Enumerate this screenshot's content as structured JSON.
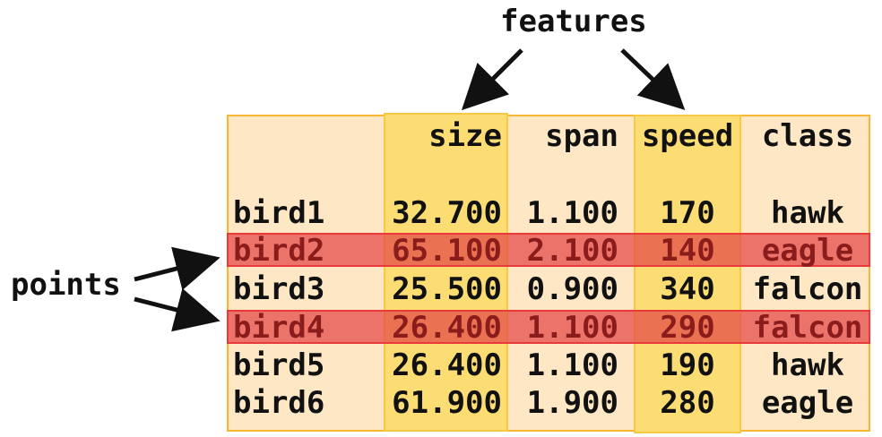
{
  "labels": {
    "features": "features",
    "points": "points"
  },
  "table": {
    "headers": [
      "",
      "size",
      "span",
      "speed",
      "class"
    ],
    "rows": [
      {
        "name": "bird1",
        "size": "32.700",
        "span": "1.100",
        "speed": "170",
        "class": "hawk",
        "highlighted": false
      },
      {
        "name": "bird2",
        "size": "65.100",
        "span": "2.100",
        "speed": "140",
        "class": "eagle",
        "highlighted": true
      },
      {
        "name": "bird3",
        "size": "25.500",
        "span": "0.900",
        "speed": "340",
        "class": "falcon",
        "highlighted": false
      },
      {
        "name": "bird4",
        "size": "26.400",
        "span": "1.100",
        "speed": "290",
        "class": "falcon",
        "highlighted": true
      },
      {
        "name": "bird5",
        "size": "26.400",
        "span": "1.100",
        "speed": "190",
        "class": "hawk",
        "highlighted": false
      },
      {
        "name": "bird6",
        "size": "61.900",
        "span": "1.900",
        "speed": "280",
        "class": "eagle",
        "highlighted": false
      }
    ]
  },
  "colors": {
    "table_background": "#fde7c5",
    "feature_highlight": "#fcdd73",
    "point_highlight": "#e44646",
    "point_text": "#8b1c1c"
  }
}
